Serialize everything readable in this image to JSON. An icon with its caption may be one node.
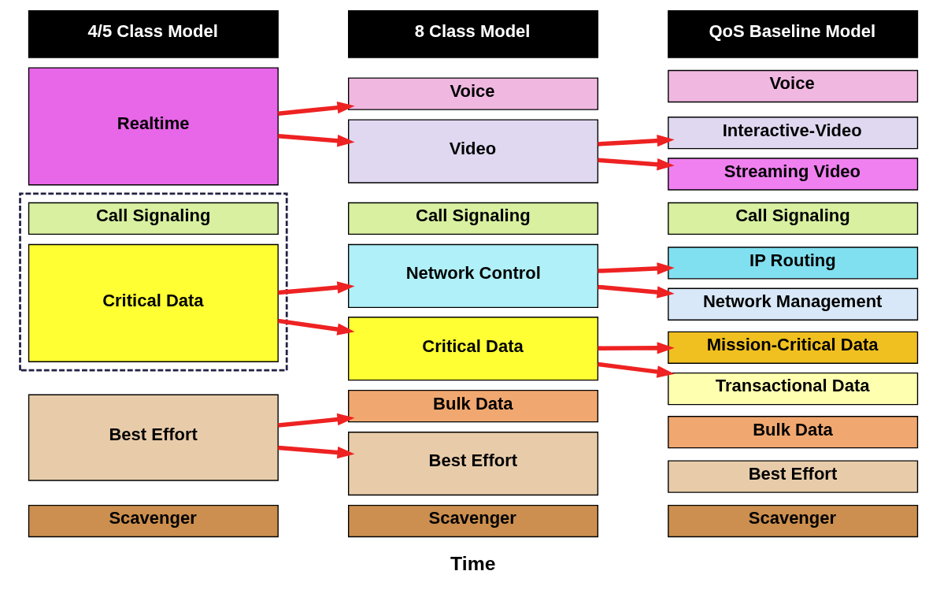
{
  "diagram": {
    "nodes": [
      {
        "text": [
          "4/5 Class Model"
        ]
      },
      {
        "text": [
          "Realtime"
        ]
      },
      {
        "text": [],
        "shape": "box"
      },
      {
        "text": [
          "Call Signaling"
        ],
        "in": 2
      },
      {
        "text": [
          "Critical Data"
        ],
        "in": 2
      },
      {
        "text": [
          "Best Effort"
        ]
      },
      {
        "text": [
          "Scavenger"
        ]
      },
      {
        "text": [
          "8 Class Model"
        ]
      },
      {
        "text": [
          "Voice"
        ]
      },
      {
        "text": [
          "Video"
        ]
      },
      {
        "text": [
          "Call Signaling"
        ]
      },
      {
        "text": [
          "Network Control"
        ]
      },
      {
        "text": [
          "Critical Data"
        ]
      },
      {
        "text": [
          "Bulk Data"
        ]
      },
      {
        "text": [
          "Best Effort"
        ]
      },
      {
        "text": [
          "Scavenger"
        ]
      },
      {
        "text": [
          "QoS Baseline Model"
        ]
      },
      {
        "text": [
          "Voice"
        ]
      },
      {
        "text": [
          "Interactive-Video"
        ]
      },
      {
        "text": [
          "Streaming Video"
        ]
      },
      {
        "text": [
          "Call Signaling"
        ]
      },
      {
        "text": [
          "IP Routing"
        ]
      },
      {
        "text": [
          "Network Management"
        ]
      },
      {
        "text": [
          "Mission-Critical Data"
        ]
      },
      {
        "text": [
          "Transactional Data"
        ]
      },
      {
        "text": [
          "Bulk Data"
        ]
      },
      {
        "text": [
          "Best Effort"
        ]
      },
      {
        "text": [
          "Scavenger"
        ]
      }
    ],
    "edges": [
      {
        "from": 1,
        "to": 8,
        "arrow": "to"
      },
      {
        "from": 1,
        "to": 9,
        "arrow": "to"
      },
      {
        "from": 4,
        "to": 11,
        "arrow": "to"
      },
      {
        "from": 4,
        "to": 12,
        "arrow": "to"
      },
      {
        "from": 5,
        "to": 13,
        "arrow": "to"
      },
      {
        "from": 5,
        "to": 14,
        "arrow": "to"
      },
      {
        "from": 9,
        "to": 18,
        "arrow": "to"
      },
      {
        "from": 9,
        "to": 19,
        "arrow": "to"
      },
      {
        "from": 11,
        "to": 21,
        "arrow": "to"
      },
      {
        "from": 11,
        "to": 22,
        "arrow": "to"
      },
      {
        "from": 12,
        "to": 23,
        "arrow": "to"
      },
      {
        "from": 12,
        "to": 24,
        "arrow": "to"
      }
    ],
    "labels": [
      "Time"
    ]
  }
}
